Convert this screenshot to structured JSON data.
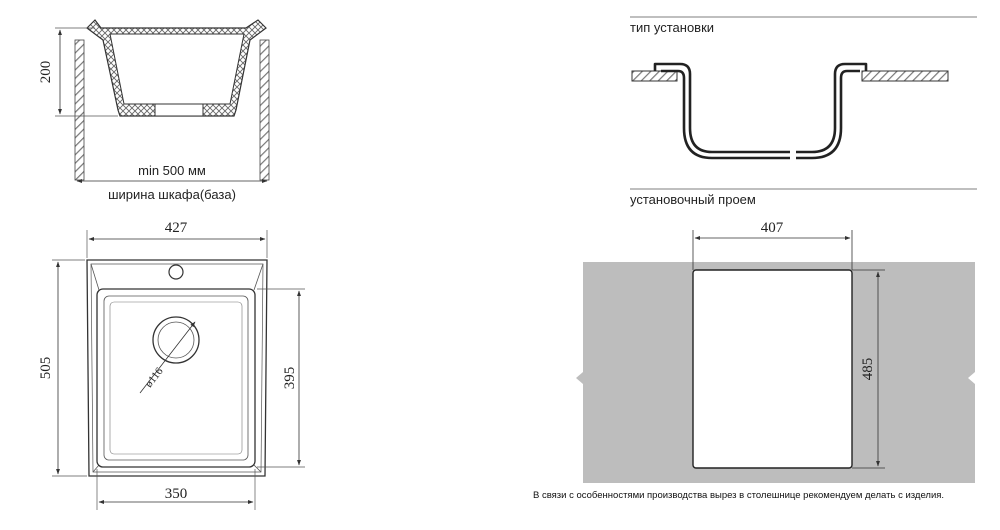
{
  "profile_view": {
    "height_dim": "200",
    "min_width": "min 500 мм",
    "cabinet_width": "ширина шкафа(база)"
  },
  "top_view": {
    "width_dim": "427",
    "height_dim": "505",
    "bowl_width_dim": "350",
    "bowl_height_dim": "395",
    "drain_dim": "ø116"
  },
  "installation": {
    "title": "тип установки"
  },
  "cutout": {
    "title": "установочный проем",
    "width_dim": "407",
    "height_dim": "485",
    "note": "В связи с особенностями производства вырез в столешнице рекомендуем делать с изделия."
  },
  "colors": {
    "line": "#333333",
    "countertop": "#bdbdbd",
    "hatch": "#777777"
  }
}
